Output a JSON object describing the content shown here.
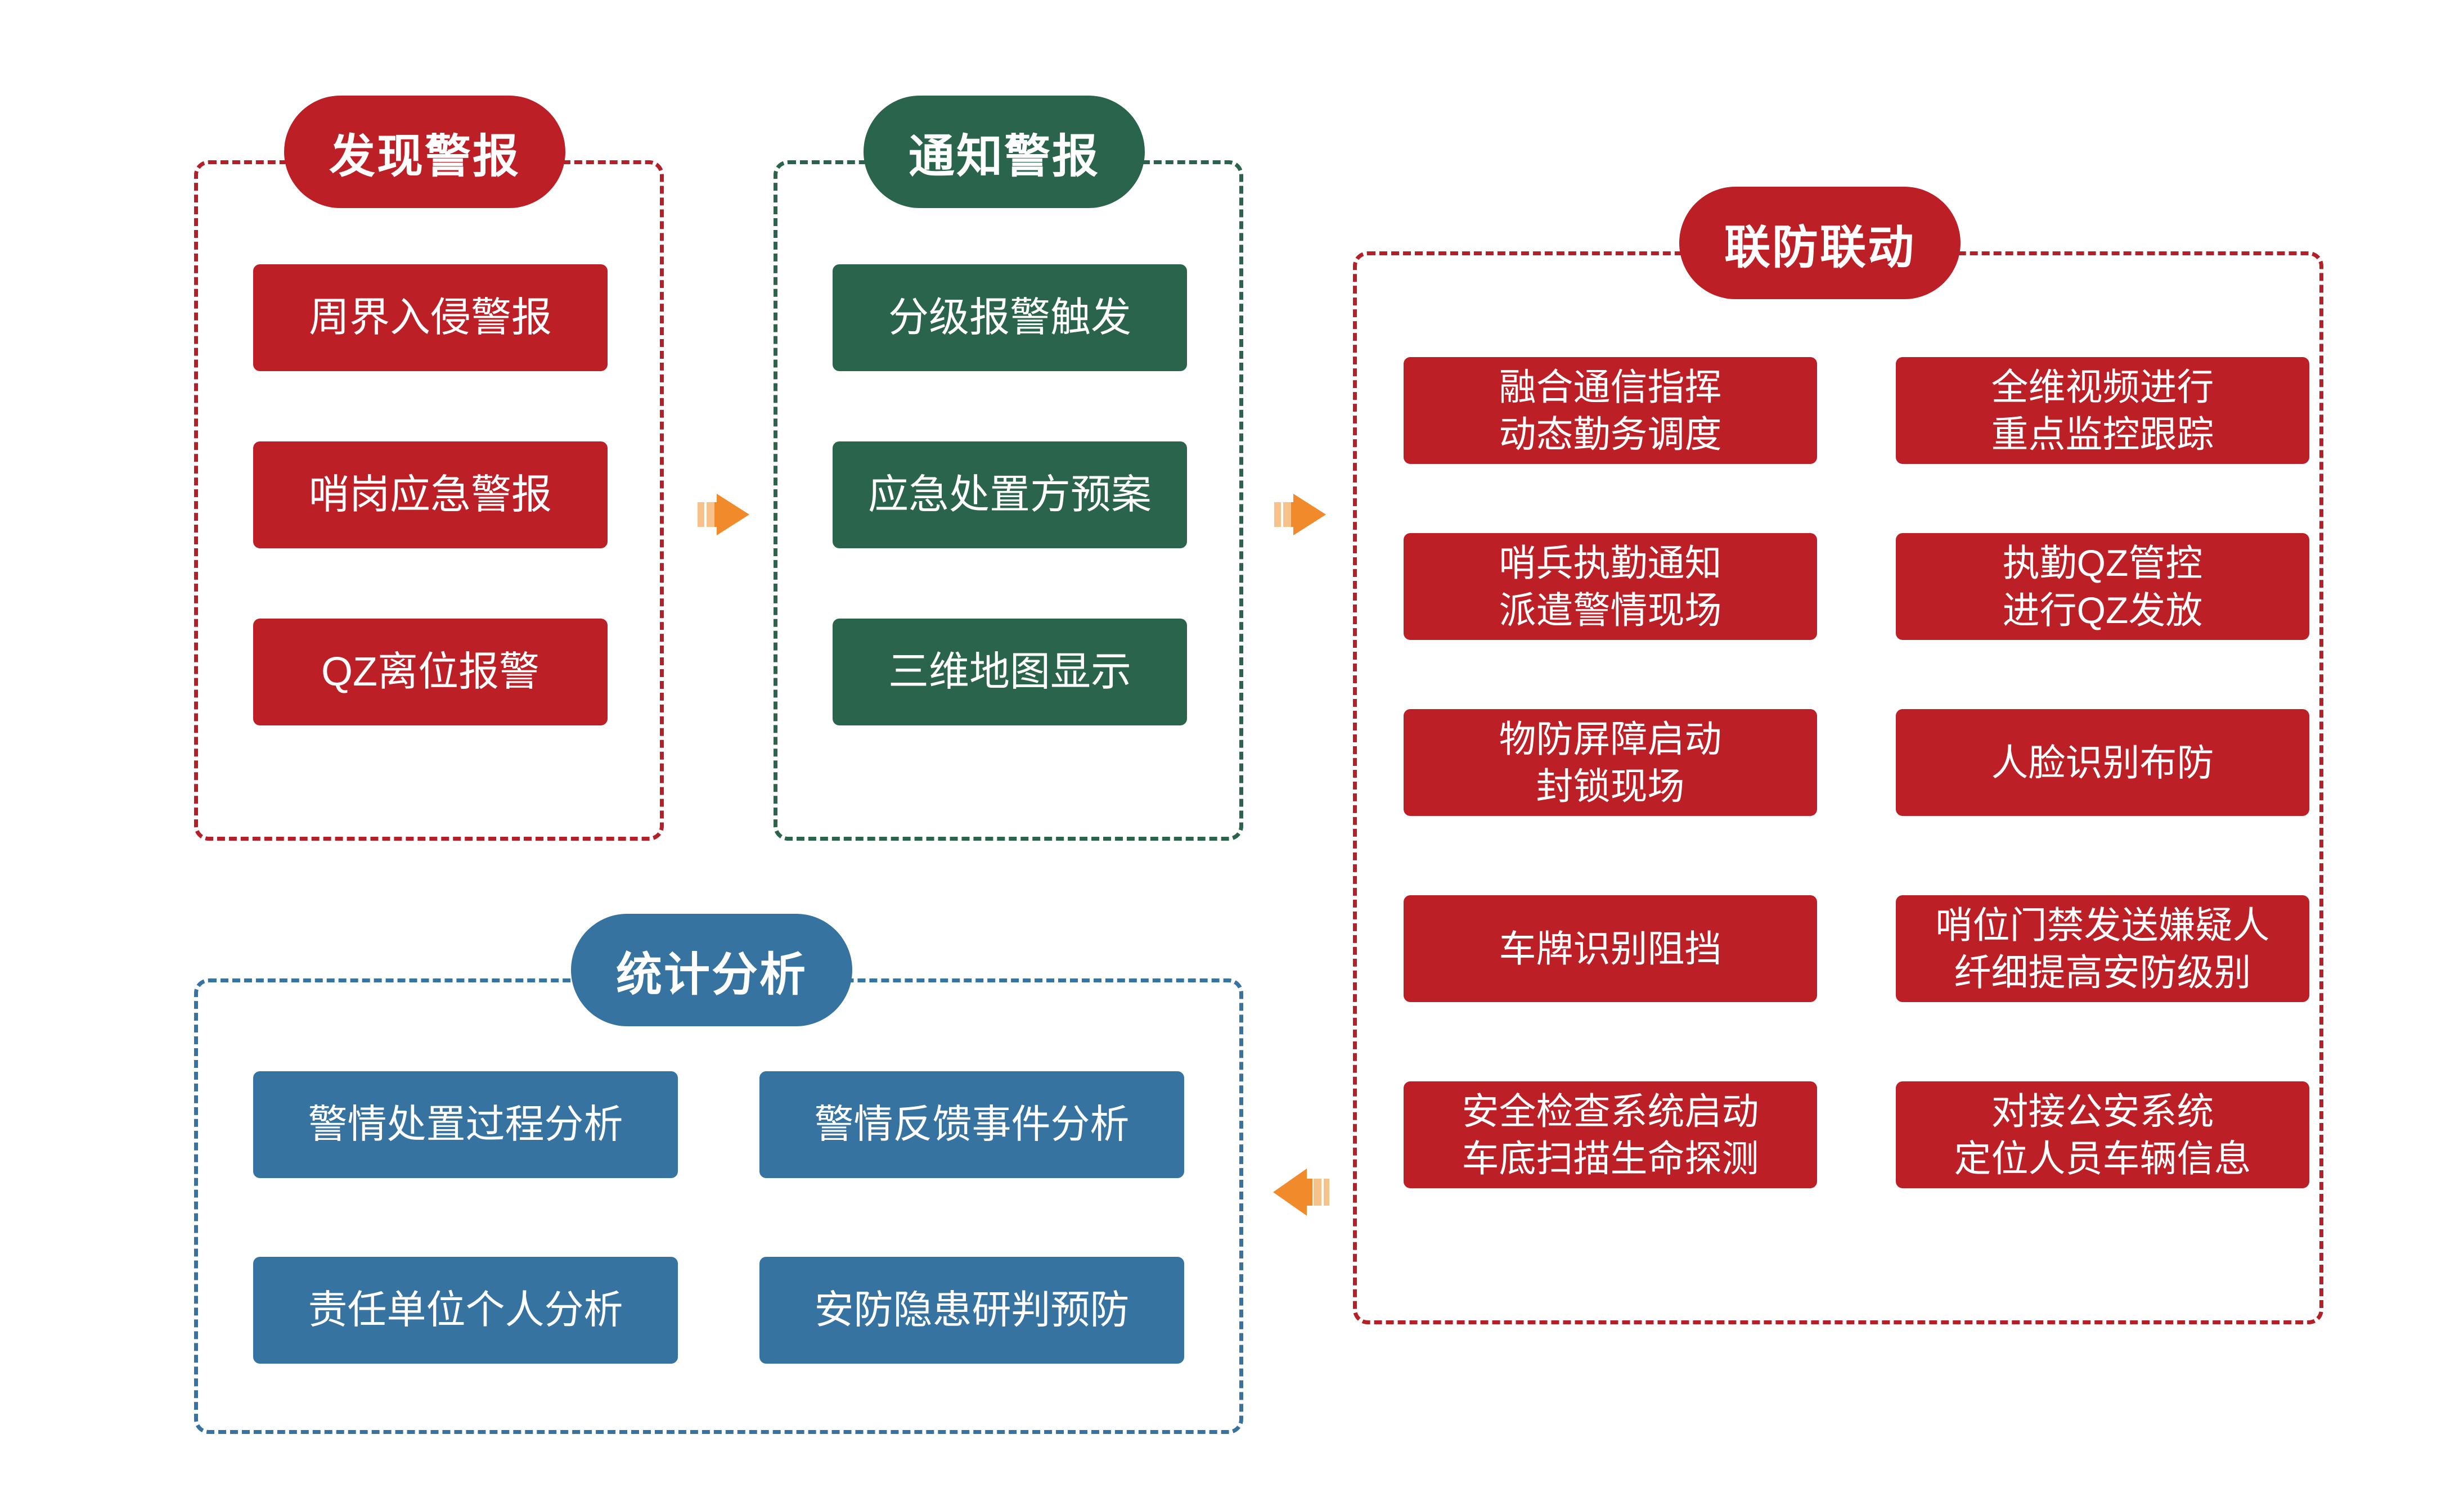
{
  "diagram": {
    "title_internal": "security-alarm-workflow",
    "colors": {
      "red": "#BC1F26",
      "green": "#2A644C",
      "blue": "#3673A0",
      "arrow_orange": "#F08A2A",
      "arrow_orange_light": "#F7C18C",
      "background": "#FFFFFF"
    }
  },
  "groups": {
    "discover": {
      "title": "发现警报",
      "accent": "#BC1F26",
      "items": [
        {
          "label": "周界入侵警报"
        },
        {
          "label": "哨岗应急警报"
        },
        {
          "label": "QZ离位报警"
        }
      ]
    },
    "notify": {
      "title": "通知警报",
      "accent": "#2A644C",
      "items": [
        {
          "label": "分级报警触发"
        },
        {
          "label": "应急处置方预案"
        },
        {
          "label": "三维地图显示"
        }
      ]
    },
    "joint": {
      "title": "联防联动",
      "accent": "#BC1F26",
      "items_left": [
        {
          "label": "融合通信指挥\n动态勤务调度"
        },
        {
          "label": "哨兵执勤通知\n派遣警情现场"
        },
        {
          "label": "物防屏障启动\n封锁现场"
        },
        {
          "label": "车牌识别阻挡"
        },
        {
          "label": "安全检查系统启动\n车底扫描生命探测"
        }
      ],
      "items_right": [
        {
          "label": "全维视频进行\n重点监控跟踪"
        },
        {
          "label": "执勤QZ管控\n进行QZ发放"
        },
        {
          "label": "人脸识别布防"
        },
        {
          "label": "哨位门禁发送嫌疑人\n纤细提高安防级别"
        },
        {
          "label": "对接公安系统\n定位人员车辆信息"
        }
      ]
    },
    "statistics": {
      "title": "统计分析",
      "accent": "#3673A0",
      "items": [
        {
          "label": "警情处置过程分析"
        },
        {
          "label": "警情反馈事件分析"
        },
        {
          "label": "责任单位个人分析"
        },
        {
          "label": "安防隐患研判预防"
        }
      ]
    }
  },
  "connectors": [
    {
      "name": "arrow-discover-to-notify",
      "direction": "right",
      "icon": "arrow-right-icon"
    },
    {
      "name": "arrow-notify-to-joint",
      "direction": "right",
      "icon": "arrow-right-icon"
    },
    {
      "name": "arrow-joint-to-statistics",
      "direction": "left",
      "icon": "arrow-left-icon"
    }
  ]
}
